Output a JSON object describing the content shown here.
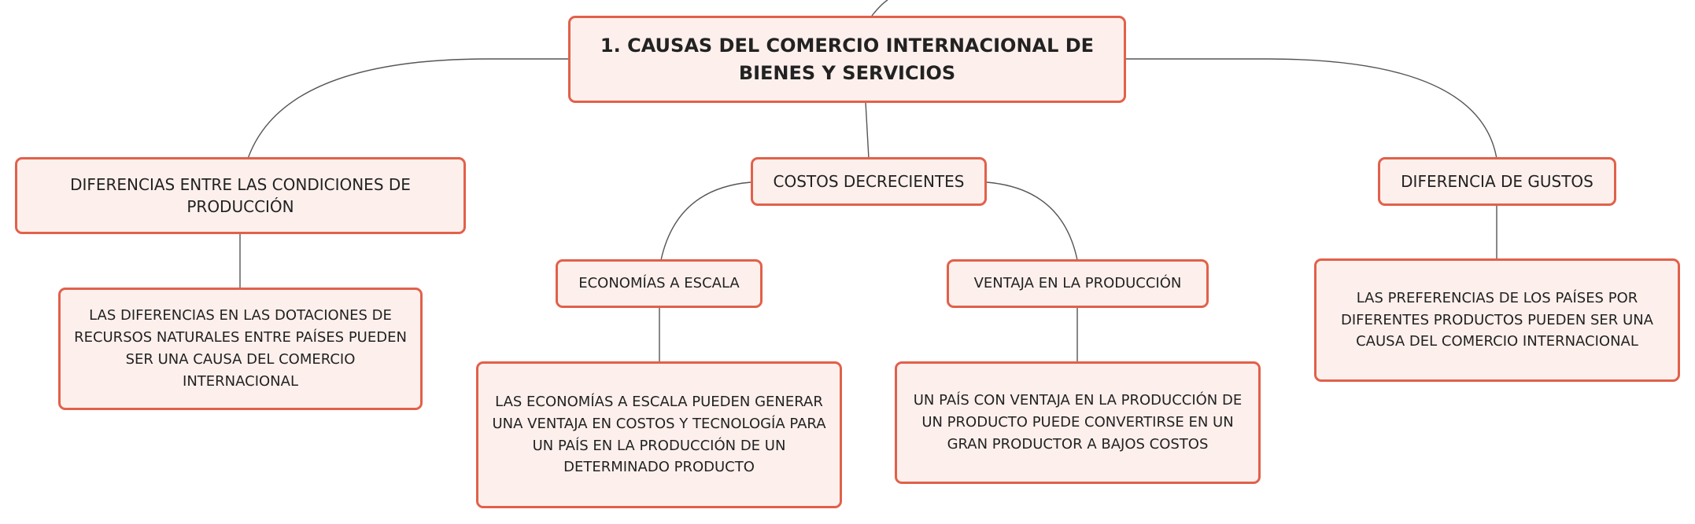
{
  "diagram": {
    "root": {
      "label": "1. CAUSAS DEL COMERCIO INTERNACIONAL DE BIENES Y SERVICIOS"
    },
    "branches": [
      {
        "label": "DIFERENCIAS ENTRE LAS CONDICIONES DE PRODUCCIÓN",
        "detail": "LAS DIFERENCIAS EN LAS DOTACIONES DE RECURSOS NATURALES ENTRE PAÍSES PUEDEN SER UNA CAUSA DEL COMERCIO INTERNACIONAL"
      },
      {
        "label": "COSTOS DECRECIENTES",
        "children": [
          {
            "label": "ECONOMÍAS A ESCALA",
            "detail": "LAS ECONOMÍAS A ESCALA PUEDEN GENERAR UNA VENTAJA EN COSTOS Y TECNOLOGÍA PARA UN PAÍS EN LA PRODUCCIÓN DE UN DETERMINADO PRODUCTO"
          },
          {
            "label": "VENTAJA EN LA PRODUCCIÓN",
            "detail": "UN PAÍS CON VENTAJA EN LA PRODUCCIÓN DE UN PRODUCTO PUEDE CONVERTIRSE EN UN GRAN PRODUCTOR A BAJOS COSTOS"
          }
        ]
      },
      {
        "label": "DIFERENCIA DE GUSTOS",
        "detail": "LAS PREFERENCIAS DE LOS PAÍSES POR DIFERENTES PRODUCTOS PUEDEN SER UNA CAUSA DEL COMERCIO INTERNACIONAL"
      }
    ]
  },
  "colors": {
    "node_border": "#e2604a",
    "node_fill": "#fdf0ec",
    "connector": "#555555"
  }
}
